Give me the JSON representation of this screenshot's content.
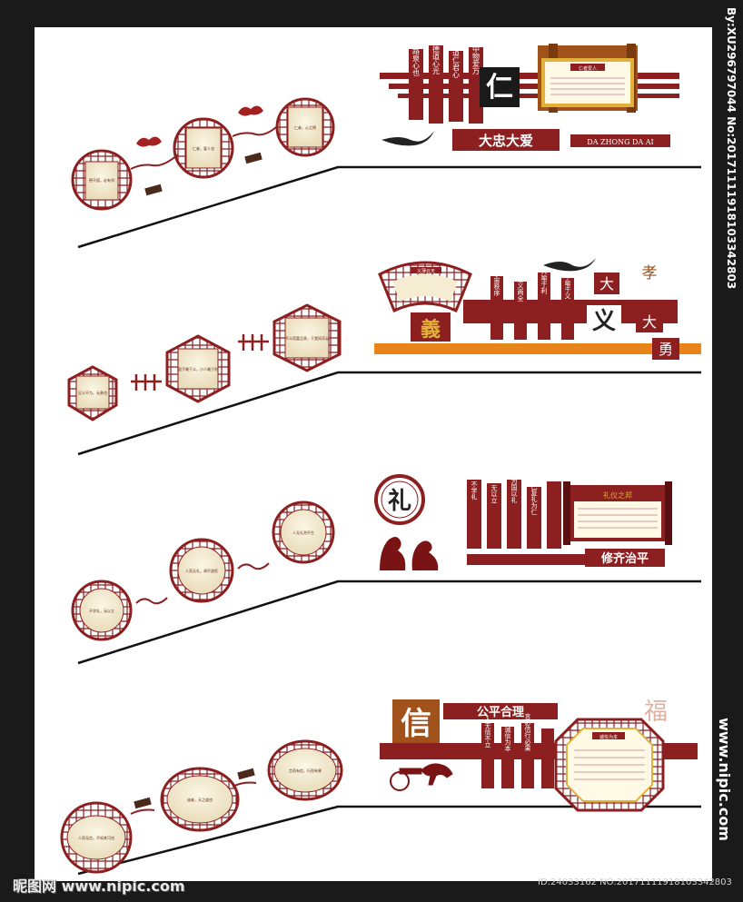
{
  "side_text": {
    "id_line": "By:XU296797044 No:20171111918103342803",
    "site": "www.nipic.com"
  },
  "watermark": {
    "left": "昵图网 www.nipic.com",
    "id": "ID:24033162 NO:20171111918103342803"
  },
  "colors": {
    "maroon": "#8c1f1f",
    "dark_maroon": "#6b1414",
    "orange": "#e8841a",
    "gold": "#e2b13c",
    "cream": "#f6ecd2"
  },
  "sections": [
    {
      "main_char": "仁",
      "banner": "大忠大爱",
      "pinyin": "DA ZHONG DA AI",
      "pillars": [
        "亲心中物爱万",
        "心之道仁君心",
        "亲近德道心光",
        "己见路泉心也"
      ],
      "scroll_title": "仁者爱人",
      "frame_texts": [
        "德不孤，必有邻",
        "仁者，爱人也",
        "仁者，心之德"
      ]
    },
    {
      "main_char": "义",
      "secondary": "義",
      "side_chars": [
        "大",
        "孝",
        "大",
        "勇"
      ],
      "pillars": [
        "宇宙秩序",
        "忠义两全",
        "小人喻于利",
        "君子喻于义"
      ],
      "fan_title": "义薄云天",
      "frame_texts": [
        "见义不为，无勇也",
        "君子喻于义，小人喻于利",
        "不义而富且贵，于我如浮云"
      ]
    },
    {
      "main_char": "礼",
      "banner": "修齐治平",
      "pillars": [
        "不学礼",
        "无以立",
        "为国以礼",
        "克己复礼为仁"
      ],
      "scroll_title": "礼仪之邦",
      "frame_texts": [
        "不学礼，无以立",
        "人而无礼，胡不遄死",
        "人无礼则不生"
      ]
    },
    {
      "main_char": "信",
      "seal": "福",
      "banner": "公平合理",
      "pillars": [
        "人无信不立",
        "以诚信为本",
        "言必信行必果"
      ],
      "frame_title": "诚信为本",
      "frame_texts": [
        "人而无信，不知其可也",
        "诚者，天之道也",
        "言而有信，行而有果"
      ]
    }
  ]
}
